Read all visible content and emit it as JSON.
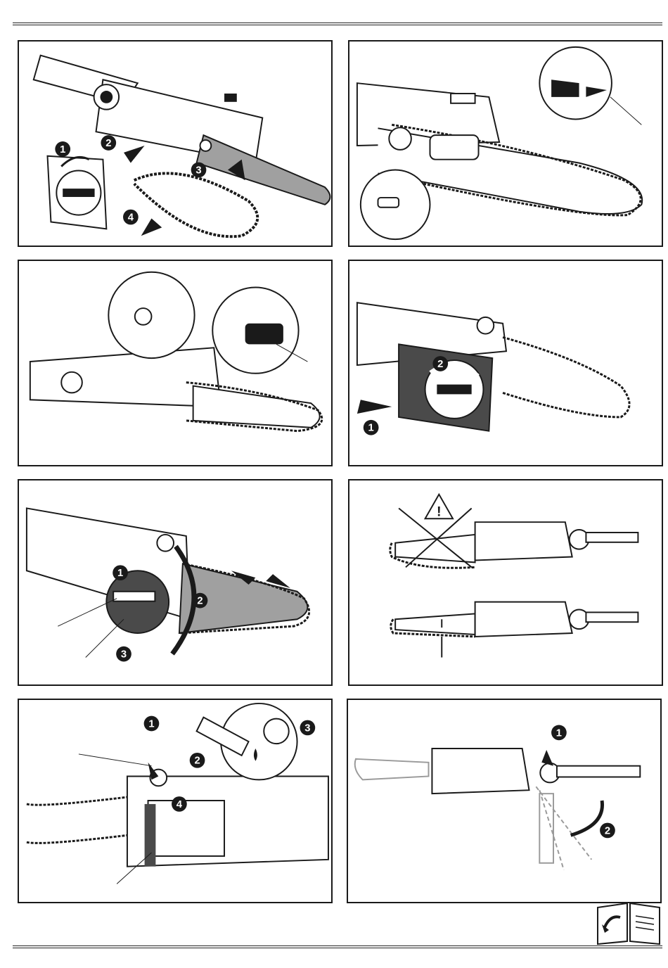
{
  "badges": {
    "one": "1",
    "two": "2",
    "three": "3",
    "four": "4"
  },
  "icons": {
    "warning": "warning-triangle-icon",
    "book": "manual-book-icon"
  },
  "colors": {
    "ink": "#1a1a1a",
    "bar_fill": "#a0a0a0",
    "panel_border": "#1a1a1a",
    "cover_dark": "#4a4a4a"
  }
}
